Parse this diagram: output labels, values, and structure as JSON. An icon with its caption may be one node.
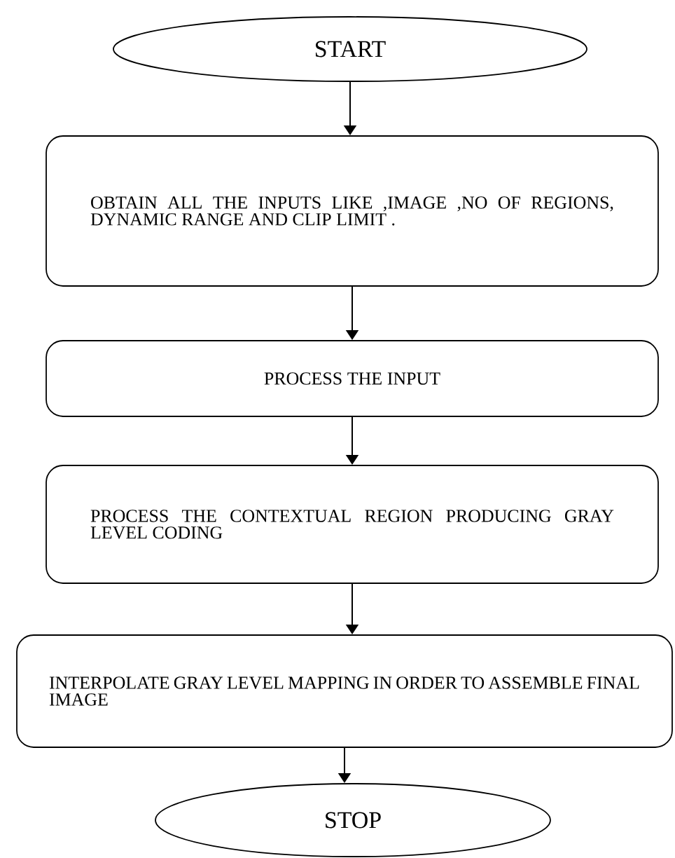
{
  "diagram": {
    "nodes": [
      {
        "text": [
          "START"
        ]
      },
      {
        "text": [
          "OBTAIN ALL THE INPUTS LIKE ,IMAGE ,NO OF REGIONS, DYNAMIC RANGE AND CLIP LIMIT ."
        ]
      },
      {
        "text": [
          "PROCESS THE INPUT"
        ]
      },
      {
        "text": [
          "PROCESS THE CONTEXTUAL REGION PRODUCING GRAY LEVEL CODING"
        ]
      },
      {
        "text": [
          "INTERPOLATE GRAY LEVEL MAPPING IN ORDER TO ASSEMBLE FINAL IMAGE"
        ]
      },
      {
        "text": [
          "STOP"
        ]
      }
    ],
    "edges": [
      {
        "from": 0,
        "to": 1,
        "arrow": "to"
      },
      {
        "from": 1,
        "to": 2,
        "arrow": "to"
      },
      {
        "from": 2,
        "to": 3,
        "arrow": "to"
      },
      {
        "from": 3,
        "to": 4,
        "arrow": "to"
      },
      {
        "from": 4,
        "to": 5,
        "arrow": "to"
      }
    ]
  }
}
